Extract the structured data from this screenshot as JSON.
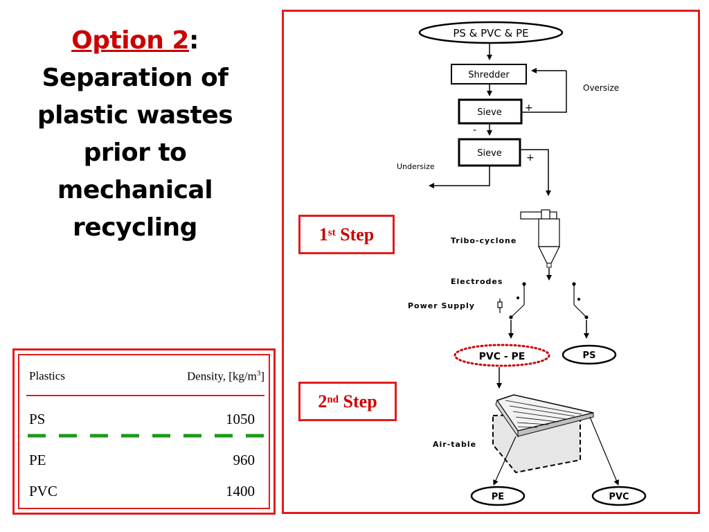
{
  "title": {
    "option": "Option 2",
    "colon": ":",
    "lines": [
      "Separation of",
      "plastic wastes",
      "prior to",
      "mechanical",
      "recycling"
    ]
  },
  "table": {
    "header_plastics": "Plastics",
    "header_density": "Density, [kg/m",
    "header_density_sup": "3",
    "header_density_end": "]",
    "rows": [
      {
        "name": "PS",
        "value": "1050"
      },
      {
        "name": "PE",
        "value": "960"
      },
      {
        "name": "PVC",
        "value": "1400"
      }
    ]
  },
  "steps": {
    "step1_num": "1",
    "step1_sup": "st",
    "step1_text": " Step",
    "step2_num": "2",
    "step2_sup": "nd",
    "step2_text": " Step"
  },
  "diagram": {
    "input": "PS & PVC & PE",
    "shredder": "Shredder",
    "oversize": "Oversize",
    "sieve1": "Sieve",
    "sieve2": "Sieve",
    "plus1": "+",
    "plus2": "+",
    "minus": "-",
    "undersize": "Undersize",
    "tribo": "Tribo-cyclone",
    "electrodes": "Electrodes",
    "power": "Power Supply",
    "pvc_pe": "PVC - PE",
    "ps": "PS",
    "airtable": "Air-table",
    "pe": "PE",
    "pvc": "PVC"
  },
  "colors": {
    "accent_red": "#e01b1b",
    "dashed_green": "#1a9a1a",
    "dotted_red": "#cc0000"
  }
}
